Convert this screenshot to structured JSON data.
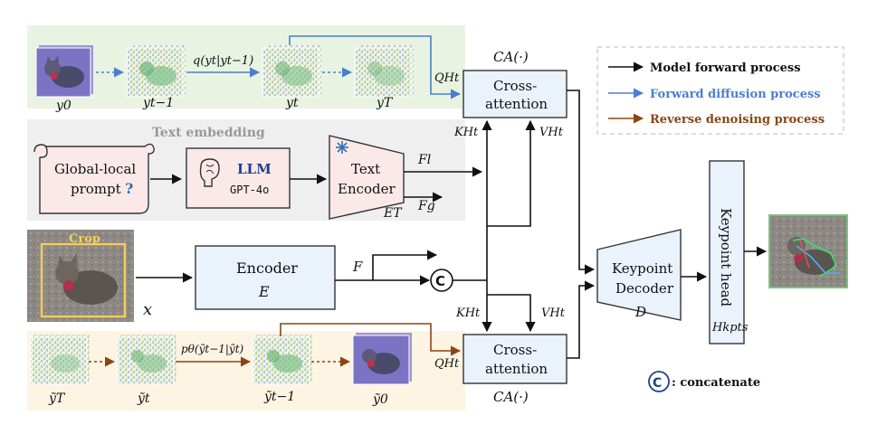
{
  "colors": {
    "forward": "#111111",
    "diffusion": "#4a7fd0",
    "denoise": "#8b4513",
    "box_fill": "#eaf2fb",
    "panel_green": "#e8f3e2",
    "panel_gray": "#efefef",
    "panel_cream": "#fdf4e3",
    "llm_fill": "#fbe9e9"
  },
  "legend": {
    "forward": "Model forward process",
    "diffusion": "Forward diffusion process",
    "denoise": "Reverse denoising process",
    "concat_symbol": "C",
    "concat": ": concatenate"
  },
  "top_row": {
    "labels": [
      "y0",
      "yt−1",
      "yt",
      "yT"
    ],
    "transition": "q(yt|yt−1)"
  },
  "text_panel": {
    "title": "Text embedding",
    "prompt": [
      "Global-local",
      "prompt"
    ],
    "prompt_mark": "?",
    "llm": "LLM",
    "llm_model": "GPT-4o",
    "encoder": [
      "Text",
      "Encoder"
    ],
    "encoder_symbol": "ET"
  },
  "image": {
    "crop": "Crop",
    "x": "x"
  },
  "encoder": {
    "title": "Encoder",
    "symbol": "E",
    "F": "F",
    "Fl": "Fl",
    "Fg": "Fg"
  },
  "cross_attention": {
    "label": [
      "Cross-",
      "attention"
    ],
    "ca": "CA(·)",
    "Q": "QHt",
    "K": "KHt",
    "V": "VHt"
  },
  "keypoint_decoder": {
    "label": [
      "Keypoint",
      "Decoder"
    ],
    "symbol": "D"
  },
  "keypoint_head": {
    "label": "Keypoint head",
    "symbol": "Hkpts"
  },
  "bottom_row": {
    "labels": [
      "ỹT",
      "ỹt",
      "ỹt−1",
      "ỹ0"
    ],
    "transition": "pθ(ỹt−1|ỹt)"
  },
  "icons": [
    "cat-image-icon",
    "noisy-image-icon",
    "brain-icon",
    "snowflake-icon",
    "scroll-icon"
  ]
}
